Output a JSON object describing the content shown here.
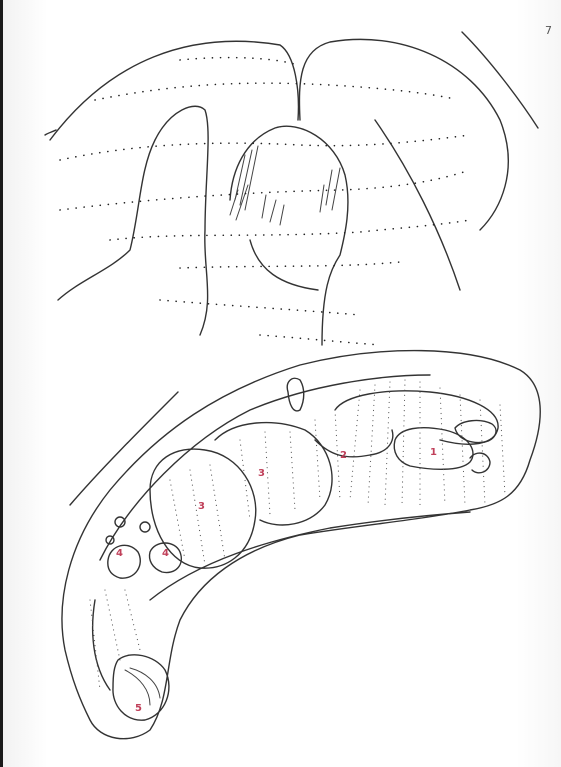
{
  "page": {
    "corner_mark": "7",
    "number_color": "#c0405a"
  },
  "lower_figure": {
    "labels": [
      "1",
      "2",
      "3",
      "3",
      "4",
      "4",
      "5"
    ]
  }
}
